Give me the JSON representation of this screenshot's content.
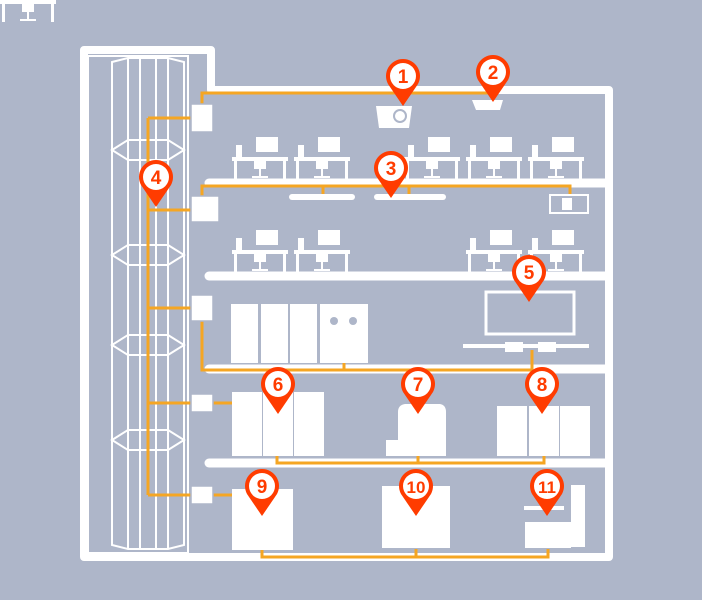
{
  "colors": {
    "background": "#aeb6c9",
    "structure": "#ffffff",
    "wiring": "#f5a623",
    "marker": "#ff3c00"
  },
  "markers": [
    {
      "label": "1",
      "device": "speaker-icon"
    },
    {
      "label": "2",
      "device": "ceiling-detector-icon"
    },
    {
      "label": "3",
      "device": "ceiling-light-icon"
    },
    {
      "label": "4",
      "device": "control-panel-icon"
    },
    {
      "label": "5",
      "device": "monitoring-screen-icon"
    },
    {
      "label": "6",
      "device": "switchgear-icon"
    },
    {
      "label": "7",
      "device": "generator-icon"
    },
    {
      "label": "8",
      "device": "chiller-icon"
    },
    {
      "label": "9",
      "device": "distribution-cabinet-icon"
    },
    {
      "label": "10",
      "device": "battery-rack-icon"
    },
    {
      "label": "11",
      "device": "pump-unit-icon"
    }
  ]
}
